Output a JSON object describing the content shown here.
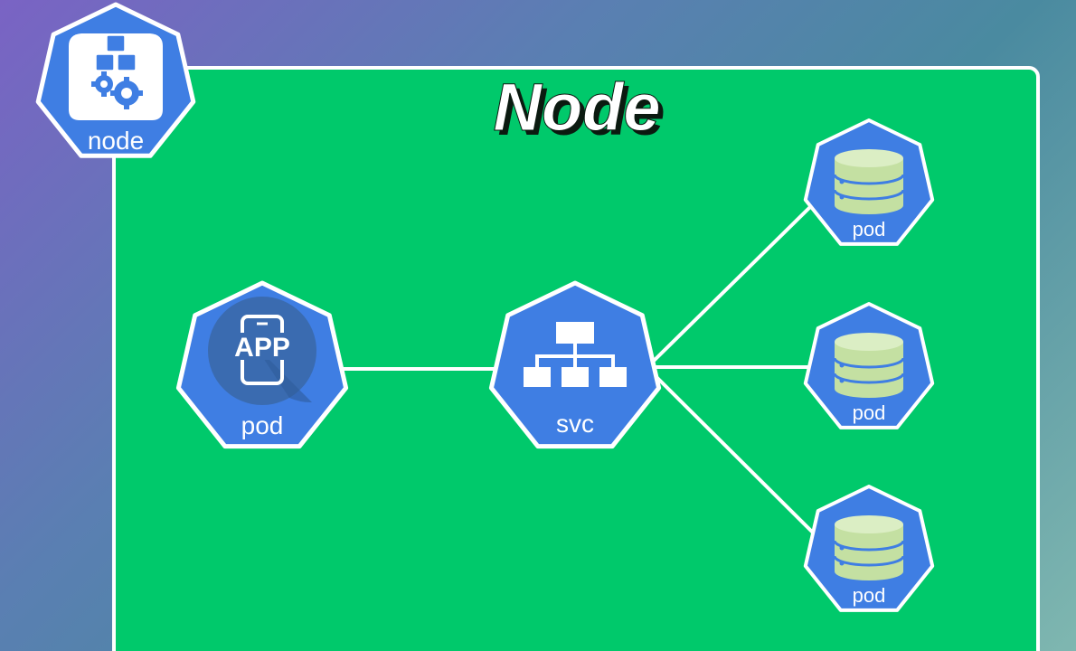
{
  "title": "Node",
  "node_badge": {
    "label": "node"
  },
  "pods": {
    "app": {
      "label": "pod",
      "icon_text": "APP"
    },
    "db1": {
      "label": "pod"
    },
    "db2": {
      "label": "pod"
    },
    "db3": {
      "label": "pod"
    }
  },
  "service": {
    "label": "svc"
  },
  "colors": {
    "node_area": "#00c96b",
    "hex_fill": "#3f7ee3",
    "border": "#ffffff",
    "database": "#c4e0a2",
    "app_circle": "#3a6bb0",
    "title_shadow": "#0b1a10"
  }
}
